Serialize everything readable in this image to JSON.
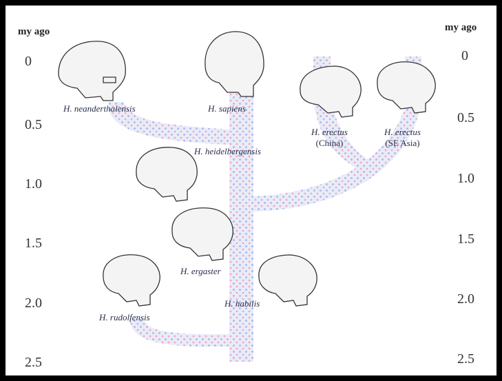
{
  "axis": {
    "left_title": "my ago",
    "right_title": "my ago",
    "ticks": [
      "0",
      "0.5",
      "1.0",
      "1.5",
      "2.0",
      "2.5"
    ]
  },
  "species": {
    "neanderthalensis": "H. neanderthalensis",
    "sapiens": "H. sapiens",
    "erectus_china": "H. erectus",
    "erectus_china_region": "(China)",
    "erectus_se_asia": "H. erectus",
    "erectus_se_asia_region": "(SE Asia)",
    "heidelbergensis": "H. heidelbergensis",
    "ergaster": "H. ergaster",
    "habilis": "H. habilis",
    "rudolfensis": "H. rudolfensis"
  },
  "colors": {
    "border": "#000000",
    "branch_fill": "#e9ecf7",
    "branch_dot_a": "#f3a6c3",
    "branch_dot_b": "#9fb6ec",
    "skull_stroke": "#333333"
  }
}
